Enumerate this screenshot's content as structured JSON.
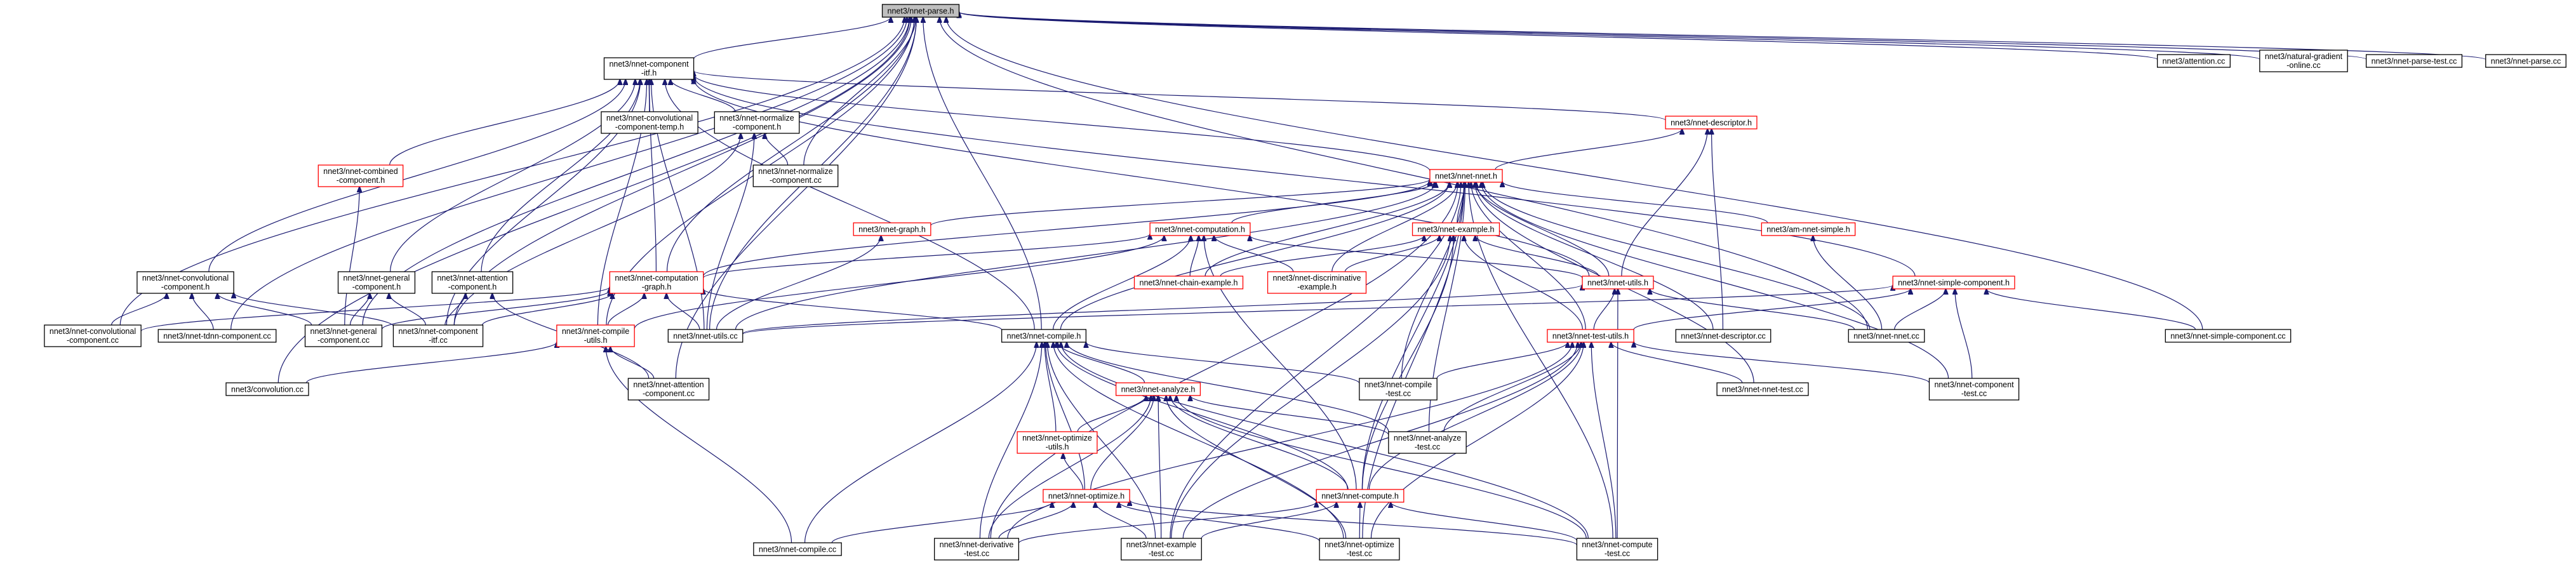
{
  "graph": {
    "root": "root",
    "nodes": [
      {
        "id": "root",
        "lines": [
          "nnet3/nnet-parse.h"
        ],
        "style": "root"
      },
      {
        "id": "cn_itf",
        "lines": [
          "nnet3/nnet-component",
          "-itf.h"
        ],
        "style": "black"
      },
      {
        "id": "attention",
        "lines": [
          "nnet3/attention.cc"
        ],
        "style": "black"
      },
      {
        "id": "ngo",
        "lines": [
          "nnet3/natural-gradient",
          "-online.cc"
        ],
        "style": "black"
      },
      {
        "id": "parse_test",
        "lines": [
          "nnet3/nnet-parse-test.cc"
        ],
        "style": "black"
      },
      {
        "id": "parse_cc",
        "lines": [
          "nnet3/nnet-parse.cc"
        ],
        "style": "black"
      },
      {
        "id": "conv_temp",
        "lines": [
          "nnet3/nnet-convolutional",
          "-component-temp.h"
        ],
        "style": "black"
      },
      {
        "id": "norm_h",
        "lines": [
          "nnet3/nnet-normalize",
          "-component.h"
        ],
        "style": "black"
      },
      {
        "id": "descriptor_h",
        "lines": [
          "nnet3/nnet-descriptor.h"
        ],
        "style": "red"
      },
      {
        "id": "combined_h",
        "lines": [
          "nnet3/nnet-combined",
          "-component.h"
        ],
        "style": "red"
      },
      {
        "id": "norm_cc",
        "lines": [
          "nnet3/nnet-normalize",
          "-component.cc"
        ],
        "style": "black"
      },
      {
        "id": "nnet_h",
        "lines": [
          "nnet3/nnet-nnet.h"
        ],
        "style": "red"
      },
      {
        "id": "graph_h",
        "lines": [
          "nnet3/nnet-graph.h"
        ],
        "style": "red"
      },
      {
        "id": "computation_h",
        "lines": [
          "nnet3/nnet-computation.h"
        ],
        "style": "red"
      },
      {
        "id": "example_h",
        "lines": [
          "nnet3/nnet-example.h"
        ],
        "style": "red"
      },
      {
        "id": "am_h",
        "lines": [
          "nnet3/am-nnet-simple.h"
        ],
        "style": "red"
      },
      {
        "id": "conv_h",
        "lines": [
          "nnet3/nnet-convolutional",
          "-component.h"
        ],
        "style": "black"
      },
      {
        "id": "general_h",
        "lines": [
          "nnet3/nnet-general",
          "-component.h"
        ],
        "style": "black"
      },
      {
        "id": "att_h",
        "lines": [
          "nnet3/nnet-attention",
          "-component.h"
        ],
        "style": "black"
      },
      {
        "id": "comp_graph_h",
        "lines": [
          "nnet3/nnet-computation",
          "-graph.h"
        ],
        "style": "red"
      },
      {
        "id": "chain_ex_h",
        "lines": [
          "nnet3/nnet-chain-example.h"
        ],
        "style": "red"
      },
      {
        "id": "disc_h",
        "lines": [
          "nnet3/nnet-discriminative",
          "-example.h"
        ],
        "style": "red"
      },
      {
        "id": "utils_h",
        "lines": [
          "nnet3/nnet-utils.h"
        ],
        "style": "red"
      },
      {
        "id": "simple_h",
        "lines": [
          "nnet3/nnet-simple-component.h"
        ],
        "style": "red"
      },
      {
        "id": "conv_cc",
        "lines": [
          "nnet3/nnet-convolutional",
          "-component.cc"
        ],
        "style": "black"
      },
      {
        "id": "tdnn_cc",
        "lines": [
          "nnet3/nnet-tdnn-component.cc"
        ],
        "style": "black"
      },
      {
        "id": "general_cc",
        "lines": [
          "nnet3/nnet-general",
          "-component.cc"
        ],
        "style": "black"
      },
      {
        "id": "comp_itf_cc",
        "lines": [
          "nnet3/nnet-component",
          "-itf.cc"
        ],
        "style": "black"
      },
      {
        "id": "compile_utils_h",
        "lines": [
          "nnet3/nnet-compile",
          "-utils.h"
        ],
        "style": "red"
      },
      {
        "id": "utils_cc",
        "lines": [
          "nnet3/nnet-utils.cc"
        ],
        "style": "black"
      },
      {
        "id": "descriptor_cc",
        "lines": [
          "nnet3/nnet-descriptor.cc"
        ],
        "style": "black"
      },
      {
        "id": "nnet_cc",
        "lines": [
          "nnet3/nnet-nnet.cc"
        ],
        "style": "black"
      },
      {
        "id": "simple_cc",
        "lines": [
          "nnet3/nnet-simple-component.cc"
        ],
        "style": "black"
      },
      {
        "id": "compile_h",
        "lines": [
          "nnet3/nnet-compile.h"
        ],
        "style": "black"
      },
      {
        "id": "test_utils_h",
        "lines": [
          "nnet3/nnet-test-utils.h"
        ],
        "style": "red"
      },
      {
        "id": "convolution_cc",
        "lines": [
          "nnet3/convolution.cc"
        ],
        "style": "black"
      },
      {
        "id": "att_cc",
        "lines": [
          "nnet3/nnet-attention",
          "-component.cc"
        ],
        "style": "black"
      },
      {
        "id": "compile_test",
        "lines": [
          "nnet3/nnet-compile",
          "-test.cc"
        ],
        "style": "black"
      },
      {
        "id": "nnet_test",
        "lines": [
          "nnet3/nnet-nnet-test.cc"
        ],
        "style": "black"
      },
      {
        "id": "comp_test",
        "lines": [
          "nnet3/nnet-component",
          "-test.cc"
        ],
        "style": "black"
      },
      {
        "id": "analyze_h",
        "lines": [
          "nnet3/nnet-analyze.h"
        ],
        "style": "red"
      },
      {
        "id": "opt_utils_h",
        "lines": [
          "nnet3/nnet-optimize",
          "-utils.h"
        ],
        "style": "red"
      },
      {
        "id": "analyze_test",
        "lines": [
          "nnet3/nnet-analyze",
          "-test.cc"
        ],
        "style": "black"
      },
      {
        "id": "optimize_h",
        "lines": [
          "nnet3/nnet-optimize.h"
        ],
        "style": "red"
      },
      {
        "id": "compute_h",
        "lines": [
          "nnet3/nnet-compute.h"
        ],
        "style": "red"
      },
      {
        "id": "compile_cc",
        "lines": [
          "nnet3/nnet-compile.cc"
        ],
        "style": "black"
      },
      {
        "id": "deriv_test",
        "lines": [
          "nnet3/nnet-derivative",
          "-test.cc"
        ],
        "style": "black"
      },
      {
        "id": "example_test",
        "lines": [
          "nnet3/nnet-example",
          "-test.cc"
        ],
        "style": "black"
      },
      {
        "id": "opt_test",
        "lines": [
          "nnet3/nnet-optimize",
          "-test.cc"
        ],
        "style": "black"
      },
      {
        "id": "compute_test",
        "lines": [
          "nnet3/nnet-compute",
          "-test.cc"
        ],
        "style": "black"
      }
    ],
    "edges": [
      [
        "cn_itf",
        "root"
      ],
      [
        "attention",
        "root"
      ],
      [
        "ngo",
        "root"
      ],
      [
        "parse_test",
        "root"
      ],
      [
        "parse_cc",
        "root"
      ],
      [
        "norm_cc",
        "root"
      ],
      [
        "simple_cc",
        "root"
      ],
      [
        "nnet_cc",
        "root"
      ],
      [
        "conv_cc",
        "root"
      ],
      [
        "tdnn_cc",
        "root"
      ],
      [
        "general_cc",
        "root"
      ],
      [
        "comp_itf_cc",
        "root"
      ],
      [
        "convolution_cc",
        "root"
      ],
      [
        "att_cc",
        "root"
      ],
      [
        "compile_h",
        "root"
      ],
      [
        "utils_cc",
        "root"
      ],
      [
        "comp_graph_h",
        "root"
      ],
      [
        "compile_utils_h",
        "root"
      ],
      [
        "conv_temp",
        "cn_itf"
      ],
      [
        "norm_h",
        "cn_itf"
      ],
      [
        "descriptor_h",
        "cn_itf"
      ],
      [
        "combined_h",
        "cn_itf"
      ],
      [
        "nnet_h",
        "cn_itf"
      ],
      [
        "conv_h",
        "cn_itf"
      ],
      [
        "general_h",
        "cn_itf"
      ],
      [
        "att_h",
        "cn_itf"
      ],
      [
        "comp_graph_h",
        "cn_itf"
      ],
      [
        "simple_h",
        "cn_itf"
      ],
      [
        "utils_cc",
        "cn_itf"
      ],
      [
        "compile_h",
        "cn_itf"
      ],
      [
        "comp_itf_cc",
        "cn_itf"
      ],
      [
        "compile_utils_h",
        "cn_itf"
      ],
      [
        "utils_h",
        "cn_itf"
      ],
      [
        "norm_cc",
        "norm_h"
      ],
      [
        "comp_itf_cc",
        "norm_h"
      ],
      [
        "utils_cc",
        "norm_h"
      ],
      [
        "nnet_h",
        "descriptor_h"
      ],
      [
        "descriptor_cc",
        "descriptor_h"
      ],
      [
        "utils_h",
        "descriptor_h"
      ],
      [
        "general_cc",
        "combined_h"
      ],
      [
        "graph_h",
        "nnet_h"
      ],
      [
        "computation_h",
        "nnet_h"
      ],
      [
        "example_h",
        "nnet_h"
      ],
      [
        "am_h",
        "nnet_h"
      ],
      [
        "utils_h",
        "nnet_h"
      ],
      [
        "comp_graph_h",
        "nnet_h"
      ],
      [
        "chain_ex_h",
        "nnet_h"
      ],
      [
        "disc_h",
        "nnet_h"
      ],
      [
        "nnet_cc",
        "nnet_h"
      ],
      [
        "compile_test",
        "nnet_h"
      ],
      [
        "nnet_test",
        "nnet_h"
      ],
      [
        "comp_test",
        "nnet_h"
      ],
      [
        "test_utils_h",
        "nnet_h"
      ],
      [
        "descriptor_cc",
        "nnet_h"
      ],
      [
        "analyze_test",
        "nnet_h"
      ],
      [
        "compute_h",
        "nnet_h"
      ],
      [
        "compile_h",
        "nnet_h"
      ],
      [
        "utils_cc",
        "nnet_h"
      ],
      [
        "deriv_test",
        "nnet_h"
      ],
      [
        "opt_test",
        "nnet_h"
      ],
      [
        "compute_test",
        "nnet_h"
      ],
      [
        "example_test",
        "nnet_h"
      ],
      [
        "utils_cc",
        "graph_h"
      ],
      [
        "comp_graph_h",
        "computation_h"
      ],
      [
        "chain_ex_h",
        "computation_h"
      ],
      [
        "disc_h",
        "computation_h"
      ],
      [
        "utils_h",
        "computation_h"
      ],
      [
        "compile_h",
        "computation_h"
      ],
      [
        "compute_h",
        "computation_h"
      ],
      [
        "compile_utils_h",
        "computation_h"
      ],
      [
        "chain_ex_h",
        "example_h"
      ],
      [
        "disc_h",
        "example_h"
      ],
      [
        "utils_h",
        "example_h"
      ],
      [
        "test_utils_h",
        "example_h"
      ],
      [
        "compute_h",
        "example_h"
      ],
      [
        "example_test",
        "example_h"
      ],
      [
        "nnet_cc",
        "am_h"
      ],
      [
        "conv_cc",
        "conv_h"
      ],
      [
        "tdnn_cc",
        "conv_h"
      ],
      [
        "general_cc",
        "conv_h"
      ],
      [
        "comp_itf_cc",
        "conv_h"
      ],
      [
        "general_cc",
        "general_h"
      ],
      [
        "comp_itf_cc",
        "general_h"
      ],
      [
        "att_cc",
        "att_h"
      ],
      [
        "comp_itf_cc",
        "att_h"
      ],
      [
        "utils_cc",
        "comp_graph_h"
      ],
      [
        "compile_h",
        "comp_graph_h"
      ],
      [
        "compile_utils_h",
        "comp_graph_h"
      ],
      [
        "conv_cc",
        "comp_graph_h"
      ],
      [
        "general_cc",
        "comp_graph_h"
      ],
      [
        "comp_itf_cc",
        "comp_graph_h"
      ],
      [
        "utils_cc",
        "utils_h"
      ],
      [
        "nnet_cc",
        "utils_h"
      ],
      [
        "test_utils_h",
        "utils_h"
      ],
      [
        "compute_test",
        "utils_h"
      ],
      [
        "simple_cc",
        "simple_h"
      ],
      [
        "nnet_cc",
        "simple_h"
      ],
      [
        "comp_test",
        "simple_h"
      ],
      [
        "utils_cc",
        "simple_h"
      ],
      [
        "test_utils_h",
        "simple_h"
      ],
      [
        "convolution_cc",
        "compile_utils_h"
      ],
      [
        "att_cc",
        "compile_utils_h"
      ],
      [
        "compile_cc",
        "compile_utils_h"
      ],
      [
        "analyze_h",
        "compile_h"
      ],
      [
        "compile_test",
        "compile_h"
      ],
      [
        "opt_utils_h",
        "compile_h"
      ],
      [
        "optimize_h",
        "compile_h"
      ],
      [
        "compute_h",
        "compile_h"
      ],
      [
        "compile_cc",
        "compile_h"
      ],
      [
        "deriv_test",
        "compile_h"
      ],
      [
        "example_test",
        "compile_h"
      ],
      [
        "opt_test",
        "compile_h"
      ],
      [
        "compute_test",
        "compile_h"
      ],
      [
        "analyze_test",
        "compile_h"
      ],
      [
        "compile_test",
        "test_utils_h"
      ],
      [
        "nnet_test",
        "test_utils_h"
      ],
      [
        "comp_test",
        "test_utils_h"
      ],
      [
        "analyze_test",
        "test_utils_h"
      ],
      [
        "deriv_test",
        "test_utils_h"
      ],
      [
        "example_test",
        "test_utils_h"
      ],
      [
        "opt_test",
        "test_utils_h"
      ],
      [
        "compute_test",
        "test_utils_h"
      ],
      [
        "compute_h",
        "test_utils_h"
      ],
      [
        "opt_utils_h",
        "analyze_h"
      ],
      [
        "optimize_h",
        "analyze_h"
      ],
      [
        "analyze_test",
        "analyze_h"
      ],
      [
        "compute_h",
        "analyze_h"
      ],
      [
        "deriv_test",
        "analyze_h"
      ],
      [
        "example_test",
        "analyze_h"
      ],
      [
        "opt_test",
        "analyze_h"
      ],
      [
        "compute_test",
        "analyze_h"
      ],
      [
        "optimize_h",
        "opt_utils_h"
      ],
      [
        "compile_cc",
        "optimize_h"
      ],
      [
        "deriv_test",
        "optimize_h"
      ],
      [
        "example_test",
        "optimize_h"
      ],
      [
        "opt_test",
        "optimize_h"
      ],
      [
        "compute_test",
        "optimize_h"
      ],
      [
        "deriv_test",
        "compute_h"
      ],
      [
        "example_test",
        "compute_h"
      ],
      [
        "opt_test",
        "compute_h"
      ],
      [
        "compute_test",
        "compute_h"
      ]
    ]
  }
}
